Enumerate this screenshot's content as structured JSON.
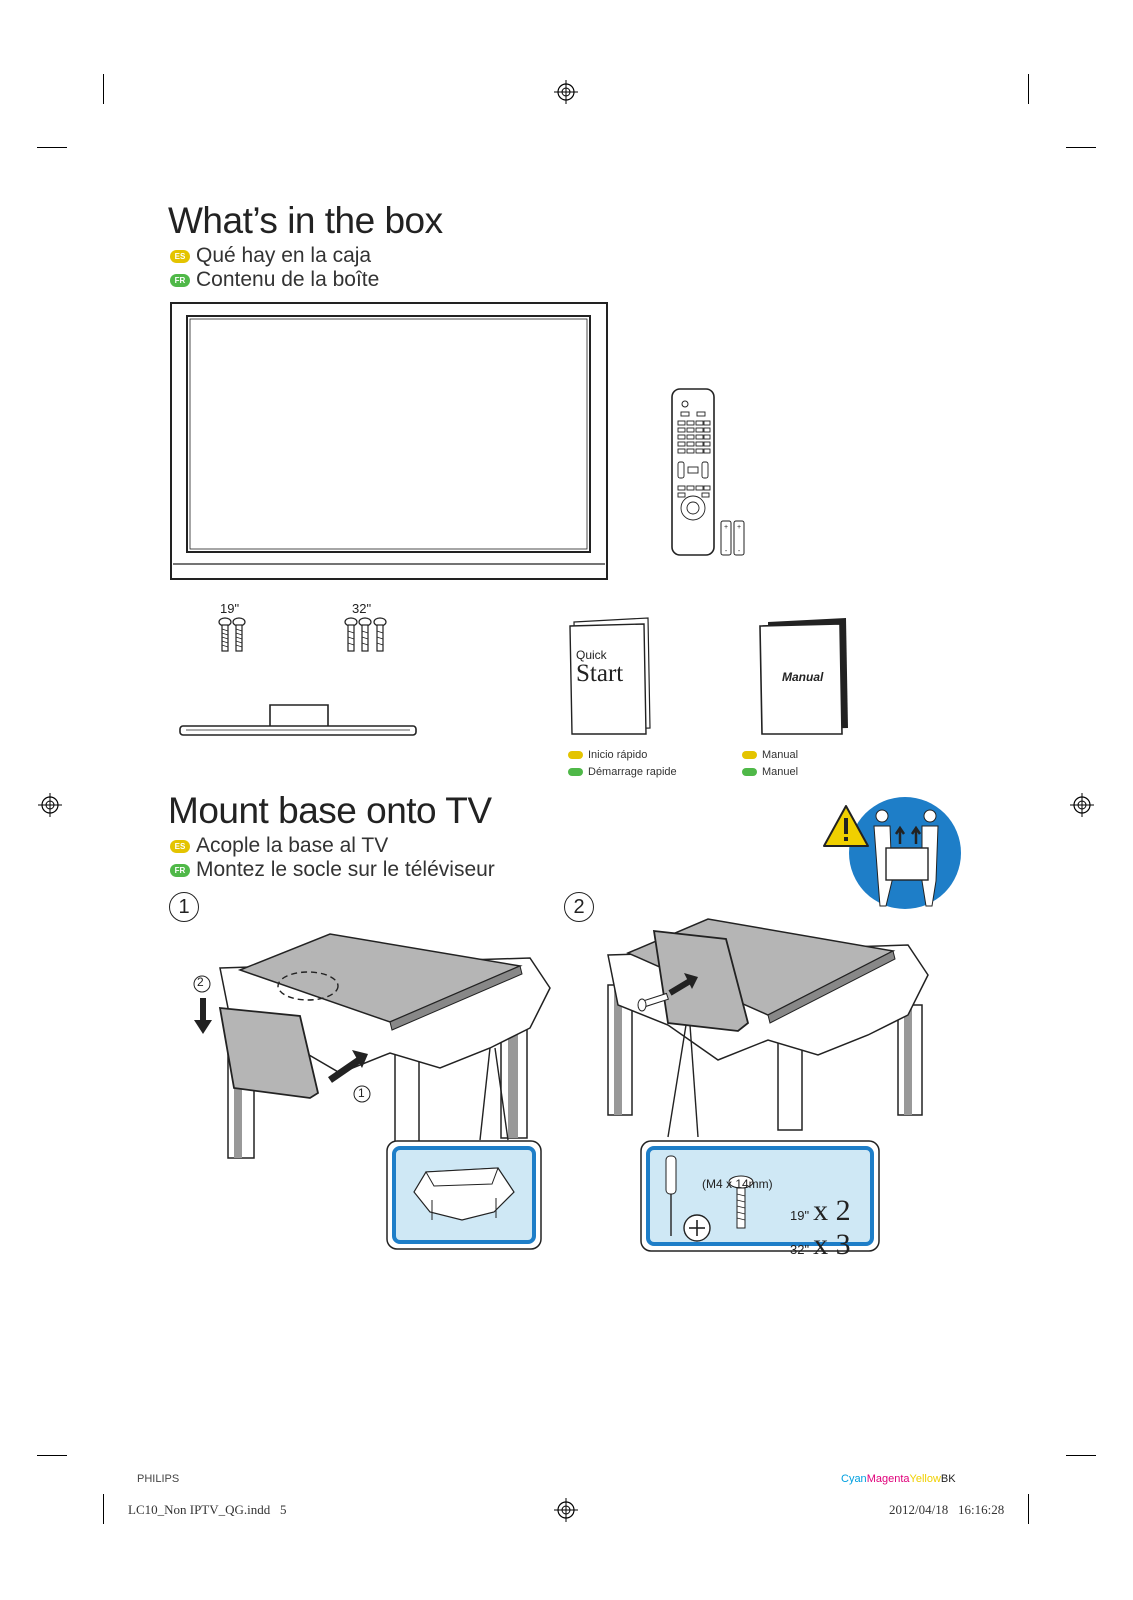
{
  "section1": {
    "title": "What’s in the box",
    "es_label": "Qué hay en la caja",
    "fr_label": "Contenu de la boîte"
  },
  "badges": {
    "es": "ES",
    "fr": "FR"
  },
  "screws": {
    "size_a": "19\"",
    "size_b": "32\""
  },
  "booklets": {
    "quick_top": "Quick",
    "quick_big": "Start",
    "manual_cover": "Manual",
    "quick_es": "Inicio rápido",
    "quick_fr": "Démarrage rapide",
    "manual_es": "Manual",
    "manual_fr": "Manuel"
  },
  "section2": {
    "title": "Mount base onto TV",
    "es_label": "Acople la base al TV",
    "fr_label": "Montez le socle sur le téléviseur"
  },
  "steps": {
    "step1": "1",
    "step2": "2",
    "sub1": "1",
    "sub2": "2"
  },
  "screw_spec": {
    "size": "(M4 x 14mm)",
    "row1_size": "19\"",
    "row1_qty": "x 2",
    "row2_size": "32\"",
    "row2_qty": "x 3"
  },
  "footer": {
    "brand": "PHILIPS",
    "cyan": "Cyan",
    "magenta": "Magenta",
    "yellow": "Yellow",
    "bk": "BK",
    "file": "LC10_Non IPTV_QG.indd   5",
    "datetime": "2012/04/18   16:16:28"
  },
  "colors": {
    "es_badge": "#e4c400",
    "fr_badge": "#4fb848",
    "blue": "#1e7ec8",
    "light_blue": "#cfe8f5",
    "yellow": "#f0d000",
    "cyan": "#00a0e0",
    "magenta": "#e0007a"
  }
}
